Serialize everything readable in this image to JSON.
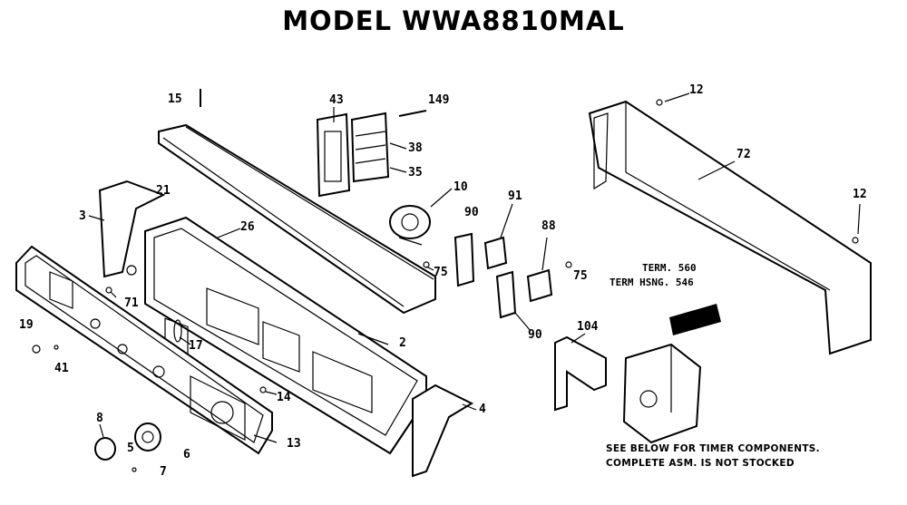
{
  "title": "MODEL WWA8810MAL",
  "parts": [
    {
      "id": "p15",
      "text": "15"
    },
    {
      "id": "p43",
      "text": "43"
    },
    {
      "id": "p149",
      "text": "149"
    },
    {
      "id": "p12a",
      "text": "12"
    },
    {
      "id": "p38",
      "text": "38"
    },
    {
      "id": "p35",
      "text": "35"
    },
    {
      "id": "p72",
      "text": "72"
    },
    {
      "id": "p10",
      "text": "10"
    },
    {
      "id": "p91",
      "text": "91"
    },
    {
      "id": "p12b",
      "text": "12"
    },
    {
      "id": "p3",
      "text": "3"
    },
    {
      "id": "p21",
      "text": "21"
    },
    {
      "id": "p26",
      "text": "26"
    },
    {
      "id": "p90a",
      "text": "90"
    },
    {
      "id": "p88",
      "text": "88"
    },
    {
      "id": "p75a",
      "text": "75"
    },
    {
      "id": "p75b",
      "text": "75"
    },
    {
      "id": "p71",
      "text": "71"
    },
    {
      "id": "p90b",
      "text": "90"
    },
    {
      "id": "p104",
      "text": "104"
    },
    {
      "id": "p19",
      "text": "19"
    },
    {
      "id": "p41",
      "text": "41"
    },
    {
      "id": "p17",
      "text": "17"
    },
    {
      "id": "p2",
      "text": "2"
    },
    {
      "id": "p14",
      "text": "14"
    },
    {
      "id": "p4",
      "text": "4"
    },
    {
      "id": "p13",
      "text": "13"
    },
    {
      "id": "p8",
      "text": "8"
    },
    {
      "id": "p5",
      "text": "5"
    },
    {
      "id": "p6",
      "text": "6"
    },
    {
      "id": "p7",
      "text": "7"
    }
  ],
  "terminals": {
    "line1": "TERM. 560",
    "line2": "TERM HSNG. 546"
  },
  "notes": {
    "line1": "SEE BELOW FOR TIMER COMPONENTS.",
    "line2": "COMPLETE ASM. IS NOT STOCKED"
  }
}
